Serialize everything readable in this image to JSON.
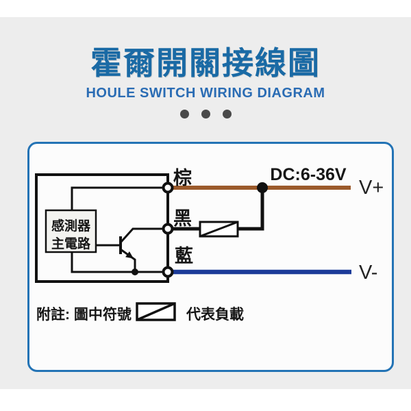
{
  "header": {
    "title": "霍爾開關接線圖",
    "subtitle": "HOULE SWITCH WIRING DIAGRAM",
    "decoration_dot_count": 3
  },
  "diagram": {
    "sensor_box": {
      "line1": "感測器",
      "line2": "主電路"
    },
    "wires": {
      "brown": {
        "label": "棕",
        "color": "#9b5a2b"
      },
      "black": {
        "label": "黑",
        "color": "#111111"
      },
      "blue": {
        "label": "藍",
        "color": "#1c3b99"
      }
    },
    "supply_label": "DC:6-36V",
    "v_plus": "V+",
    "v_minus": "V-",
    "note": {
      "prefix": "附註: 圖中符號",
      "suffix": "代表負載",
      "symbol": "load-symbol"
    }
  },
  "colors": {
    "title_blue": "#1a6aa5",
    "subtitle_blue": "#2a6cb4",
    "panel_border_blue": "#2373b5",
    "band_gray": "#ededed",
    "dot_gray": "#4a4a4a",
    "brown_wire": "#9b5a2b",
    "blue_wire": "#1c3b99",
    "line_black": "#111111"
  }
}
